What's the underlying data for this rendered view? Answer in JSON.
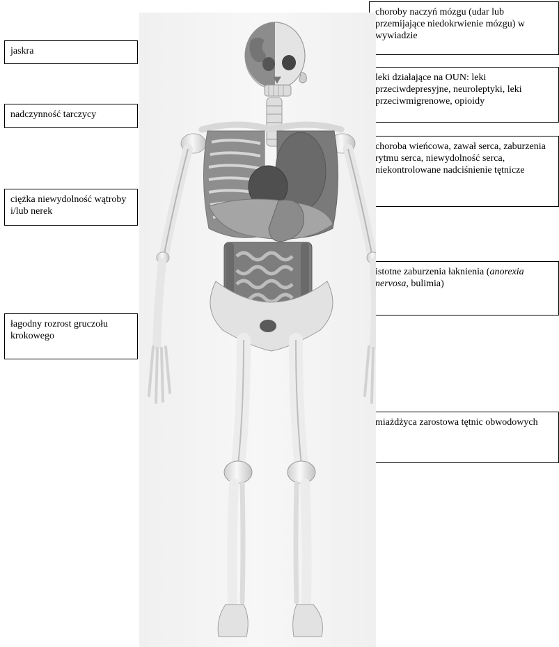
{
  "labels": {
    "glaucoma": "jaskra",
    "hyperthyroidism": "nadczynność tarczycy",
    "liver_kidney": "ciężka niewydolność wątroby i/lub nerek",
    "prostate": "łagodny rozrost gruczołu krokowego",
    "cerebrovascular": "choroby naczyń mózgu (udar lub przemijające niedokrwienie mózgu) w wywiadzie",
    "cns_drugs": "leki działające na OUN: leki przeciwdepresyjne, neuroleptyki, leki przeciwmigrenowe, opioidy",
    "cardiac": "choroba wieńcowa, zawał serca, zaburzenia rytmu serca, niewydolność serca, niekontrolowane nadciśnienie tętnicze",
    "eating_prefix": "istotne zaburzenia łaknienia (",
    "eating_italic": "anorexia nervosa",
    "eating_suffix": ", bulimia)",
    "arteries": "miażdżyca zarostowa tętnic obwodowych"
  },
  "colors": {
    "bone": "#efefef",
    "bone_shadow": "#bdbdbd",
    "organ_dark": "#6f6f6f",
    "organ_mid": "#9a9a9a",
    "background_panel": "#f3f3f3"
  }
}
